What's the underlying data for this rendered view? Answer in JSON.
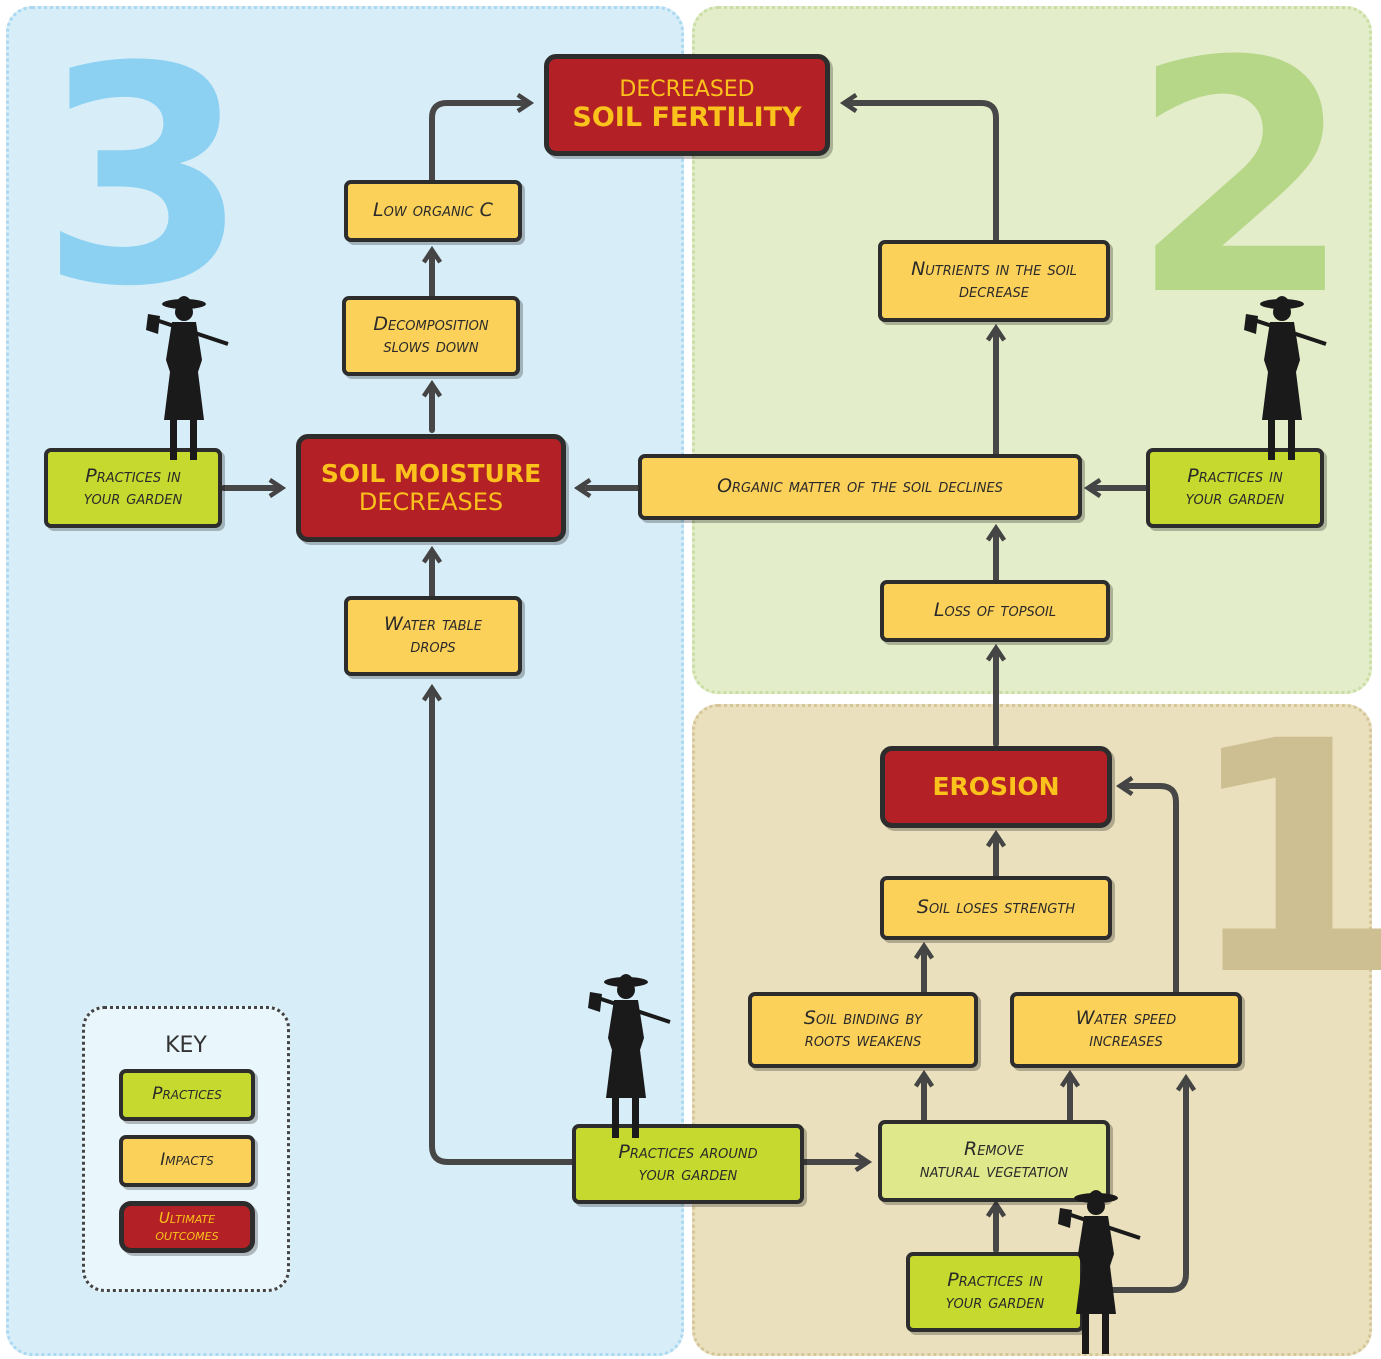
{
  "zones": {
    "zone3": {
      "number": "3",
      "color": "#d7eef9",
      "border": "#a9d8f0",
      "num_color": "#8dd1f2"
    },
    "zone2": {
      "number": "2",
      "color": "#e3edc9",
      "border": "#c9dea4",
      "num_color": "#b6d688"
    },
    "zone1": {
      "number": "1",
      "color": "#eae0bd",
      "border": "#d4c699",
      "num_color": "#cdbf91"
    }
  },
  "outcomes": {
    "fertility": {
      "line1": "Decreased",
      "line2": "Soil Fertility"
    },
    "moisture": {
      "line1": "Soil Moisture",
      "line2": "Decreases"
    },
    "erosion": {
      "line1": "Erosion"
    }
  },
  "impacts": {
    "low_organic_c": "Low organic C",
    "decomposition": {
      "line1": "Decomposition",
      "line2": "slows down"
    },
    "water_table": {
      "line1": "Water table",
      "line2": "drops"
    },
    "nutrients": {
      "line1": "Nutrients in the soil",
      "line2": "decrease"
    },
    "organic_matter": "Organic matter of the soil declines",
    "topsoil": "Loss of topsoil",
    "soil_strength": "Soil loses strength",
    "soil_binding": {
      "line1": "Soil binding by",
      "line2": "roots weakens"
    },
    "water_speed": {
      "line1": "Water speed",
      "line2": "increases"
    }
  },
  "practices": {
    "left_garden": {
      "line1": "Practices in",
      "line2": "your garden"
    },
    "right_garden": {
      "line1": "Practices in",
      "line2": "your garden"
    },
    "around_garden": {
      "line1": "Practices around",
      "line2": "your garden"
    },
    "remove_vegetation": {
      "line1": "Remove",
      "line2": "natural vegetation"
    },
    "bottom_garden": {
      "line1": "Practices in",
      "line2": "your garden"
    }
  },
  "key": {
    "title": "KEY",
    "practices": "Practices",
    "impacts": "Impacts",
    "outcomes": {
      "line1": "Ultimate",
      "line2": "outcomes"
    }
  }
}
